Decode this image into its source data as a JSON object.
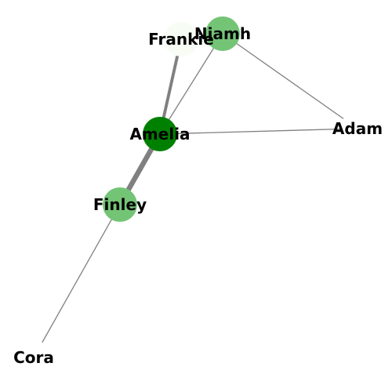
{
  "graph": {
    "nodes": [
      {
        "id": "amelia",
        "label": "Amelia",
        "color": "#008000"
      },
      {
        "id": "niamh",
        "label": "Niamh",
        "color": "#74c476"
      },
      {
        "id": "frankie",
        "label": "Frankie",
        "color": "#f7fcf5"
      },
      {
        "id": "adam",
        "label": "Adam",
        "color": "#ffffff"
      },
      {
        "id": "finley",
        "label": "Finley",
        "color": "#74c476"
      },
      {
        "id": "cora",
        "label": "Cora",
        "color": "#ffffff"
      }
    ],
    "edges": [
      {
        "source": "frankie",
        "target": "amelia",
        "weight": 3
      },
      {
        "source": "niamh",
        "target": "amelia",
        "weight": 1
      },
      {
        "source": "niamh",
        "target": "adam",
        "weight": 1
      },
      {
        "source": "amelia",
        "target": "adam",
        "weight": 1
      },
      {
        "source": "amelia",
        "target": "finley",
        "weight": 5
      },
      {
        "source": "finley",
        "target": "cora",
        "weight": 1
      }
    ],
    "edge_color": "#808080"
  }
}
